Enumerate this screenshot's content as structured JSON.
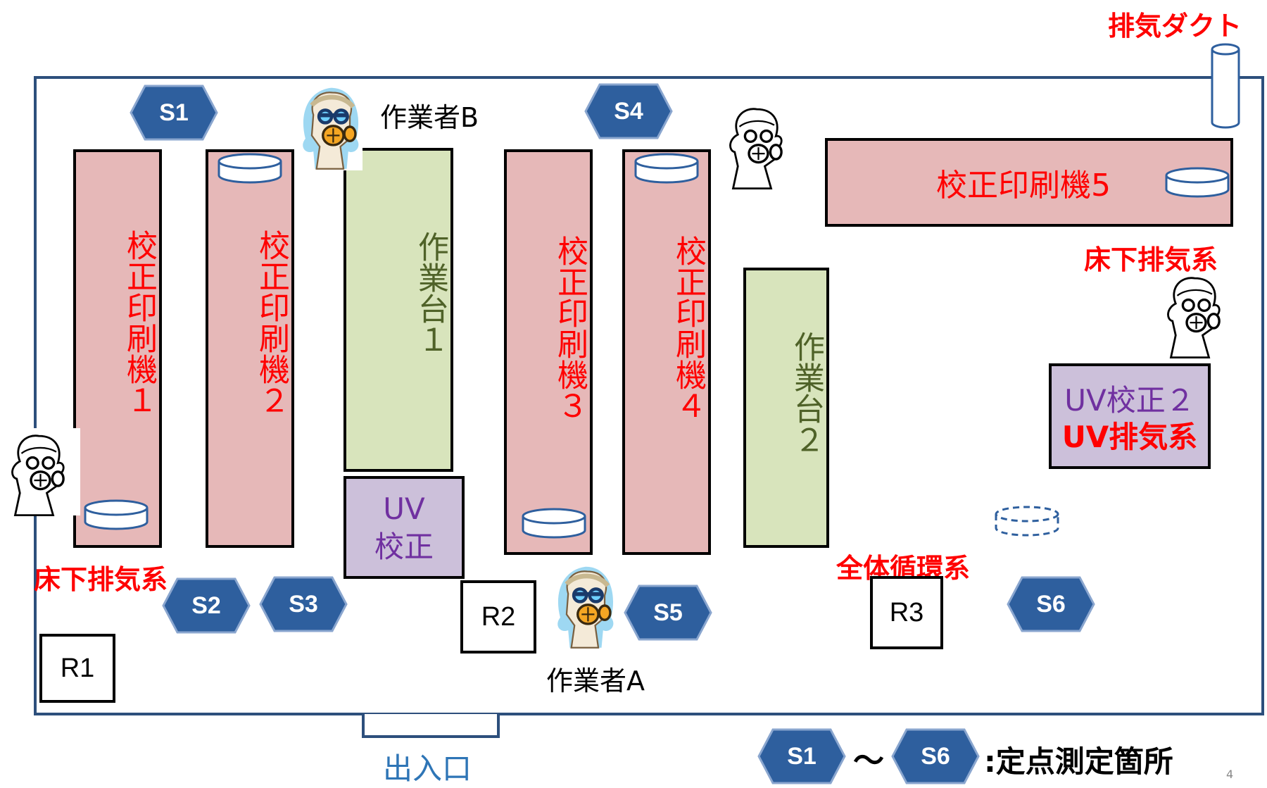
{
  "colors": {
    "wall": "#2d4f7c",
    "machine": "#e6b8b8",
    "table": "#d8e4bc",
    "uv": "#ccc0da",
    "point": "#2e5f9e",
    "red_label": "#ff0000",
    "entrance_text": "#2e75b6"
  },
  "machines": [
    {
      "label": "校正印刷機１"
    },
    {
      "label": "校正印刷機２"
    },
    {
      "label": "校正印刷機３"
    },
    {
      "label": "校正印刷機４"
    },
    {
      "label": "校正印刷機5"
    }
  ],
  "tables": [
    {
      "label": "作業台１"
    },
    {
      "label": "作業台２"
    }
  ],
  "uv_units": [
    {
      "line1": "UV",
      "line2": "校正"
    },
    {
      "line1": "UV校正２",
      "line2": "UV排気系"
    }
  ],
  "sampling_points": [
    "S1",
    "S2",
    "S3",
    "S4",
    "S5",
    "S6"
  ],
  "room_points": [
    "R1",
    "R2",
    "R3"
  ],
  "exhaust_labels": {
    "duct": "排気ダクト",
    "underfloor_left": "床下排気系",
    "underfloor_right": "床下排気系",
    "recirc": "全体循環系"
  },
  "workers": {
    "a": "作業者A",
    "b": "作業者B"
  },
  "entrance": "出入口",
  "legend": {
    "from": "S1",
    "tilde": "～",
    "to": "S6",
    "desc": ":定点測定箇所"
  },
  "page_number": "4",
  "icons": {
    "worker": "gas-mask-worker-icon",
    "tank": "exhaust-cylinder-icon",
    "point": "hexagon-marker-icon"
  }
}
